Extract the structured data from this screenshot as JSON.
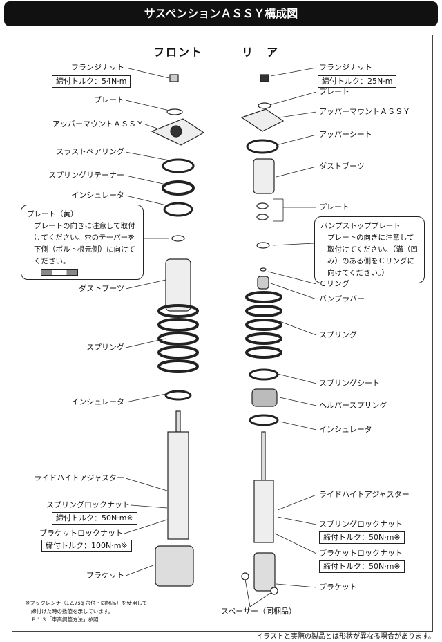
{
  "title": "サスペンションＡＳＳＹ構成図",
  "front": {
    "heading": "フロント",
    "labels": {
      "flange_nut": "フランジナット",
      "torque_flange": "締付トルク：54N·m",
      "plate": "プレート",
      "upper_mount": "アッパーマウントＡＳＳＹ",
      "thrust_bearing": "スラストベアリング",
      "spring_retainer": "スプリングリテーナー",
      "insulator1": "インシュレータ",
      "dust_boot": "ダストブーツ",
      "spring": "スプリング",
      "insulator2": "インシュレータ",
      "ride_height": "ライドハイトアジャスター",
      "spring_lock": "スプリングロックナット",
      "torque_spring_lock": "締付トルク：50N·m※",
      "bracket_lock": "ブラケットロックナット",
      "torque_bracket_lock": "締付トルク：100N·m※",
      "bracket": "ブラケット"
    },
    "note": {
      "title": "プレート（黄）",
      "body": "プレートの向きに注意して取付けてください。穴のテーパーを下側（ボルト根元側）に向けてください。"
    }
  },
  "rear": {
    "heading": "リ　ア",
    "labels": {
      "flange_nut": "フランジナット",
      "torque_flange": "締付トルク：25N·m",
      "plate": "プレート",
      "upper_mount": "アッパーマウントＡＳＳＹ",
      "upper_seat": "アッパーシート",
      "dust_boot": "ダストブーツ",
      "plate2": "プレート",
      "c_ring": "Ｃリング",
      "bump_rubber": "バンプラバー",
      "spring": "スプリング",
      "spring_seat": "スプリングシート",
      "helper_spring": "ヘルパースプリング",
      "insulator": "インシュレータ",
      "ride_height": "ライドハイトアジャスター",
      "spring_lock": "スプリングロックナット",
      "torque_spring_lock": "締付トルク：50N·m※",
      "bracket_lock": "ブラケットロックナット",
      "torque_bracket_lock": "締付トルク：50N·m※",
      "bracket": "ブラケット",
      "spacer": "スペーサー（同梱品）"
    },
    "note": {
      "title": "バンプストッププレート",
      "body": "プレートの向きに注意して取付けてください。（溝（凹み）のある側をＣリングに向けてください。）"
    }
  },
  "footnote": [
    "※フックレンチ（12.7sq 穴付・同梱品）を使用して",
    "締付けた時の数値を示しています。",
    "Ｐ１３「車高調整方法」参照"
  ],
  "disclaimer": "イラストと実際の製品とは形状が異なる場合があります。"
}
